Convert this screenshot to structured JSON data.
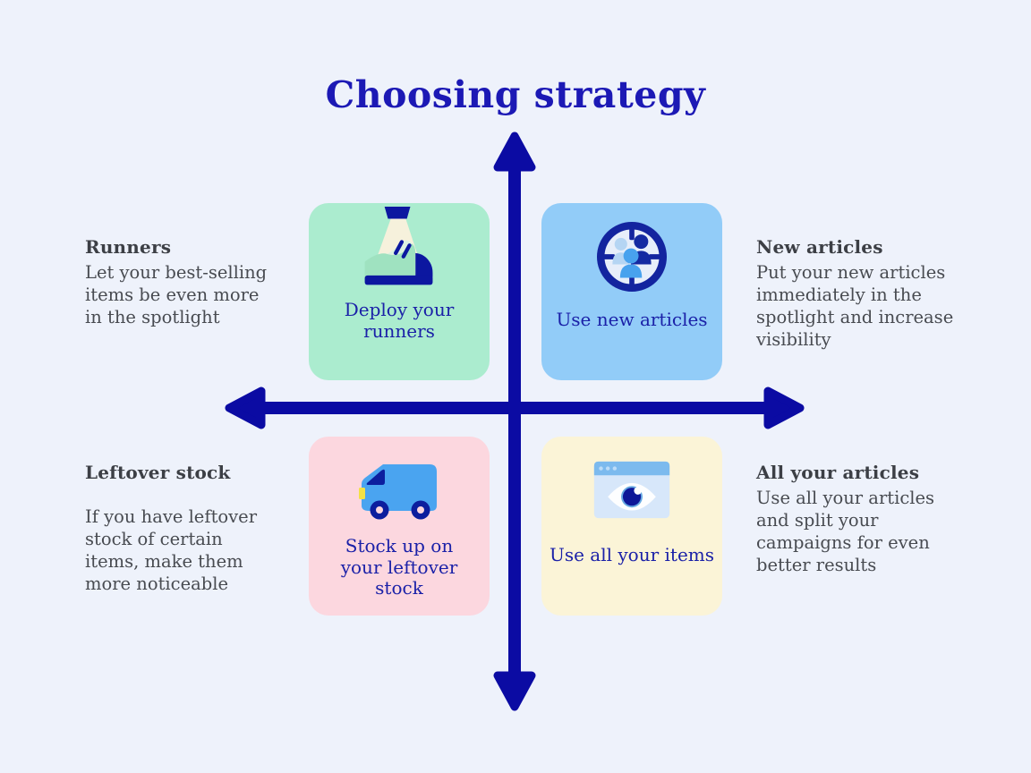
{
  "title": "Choosing strategy",
  "colors": {
    "background": "#eef2fb",
    "axis": "#0b0ba3",
    "title": "#1c19b5",
    "card_text": "#1b21a8",
    "quadrant_green": "#abeccf",
    "quadrant_blue": "#92ccf8",
    "quadrant_pink": "#fcd7df",
    "quadrant_yellow": "#fbf4d7",
    "heading_gray": "#3c3f45",
    "body_gray": "#484b51"
  },
  "quadrants": {
    "top_left": {
      "heading": "Runners",
      "description": "Let your best-selling items be even more in the spotlight",
      "card_label": "Deploy your runners",
      "icon": "sneaker-spotlight-icon"
    },
    "top_right": {
      "heading": "New articles",
      "description": "Put your new articles immediately in the spotlight and increase visibility",
      "card_label": "Use new articles",
      "icon": "people-target-icon"
    },
    "bottom_left": {
      "heading": "Leftover stock",
      "description": "If you have leftover stock of certain items, make them more noticeable",
      "card_label": "Stock up on your leftover stock",
      "icon": "delivery-van-icon"
    },
    "bottom_right": {
      "heading": "All your articles",
      "description": "Use all your articles and split your campaigns for even better results",
      "card_label": "Use all your items",
      "icon": "browser-eye-icon"
    }
  }
}
